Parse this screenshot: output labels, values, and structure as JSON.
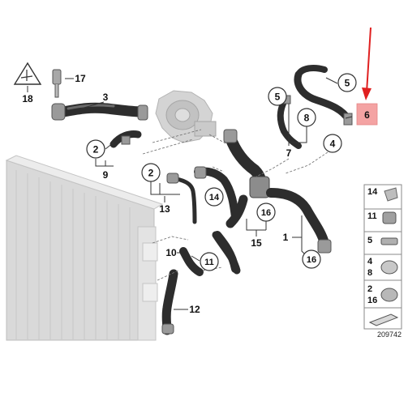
{
  "labels": {
    "n1": "1",
    "n2a": "2",
    "n2b": "2",
    "n3": "3",
    "n4": "4",
    "n5a": "5",
    "n5b": "5",
    "n6": "6",
    "n7": "7",
    "n8": "8",
    "n9": "9",
    "n10": "10",
    "n11": "11",
    "n12": "12",
    "n13": "13",
    "n14": "14",
    "n15": "15",
    "n16a": "16",
    "n16b": "16",
    "n17": "17",
    "n18": "18"
  },
  "legend": [
    "14",
    "11",
    "5",
    "4",
    "8",
    "2",
    "16"
  ],
  "reference_number": "209742",
  "colors": {
    "highlight_box": "#f4a3a3",
    "arrow": "#e02020",
    "hose": "#2d2d2d",
    "radiator": "#d9d9d9"
  }
}
